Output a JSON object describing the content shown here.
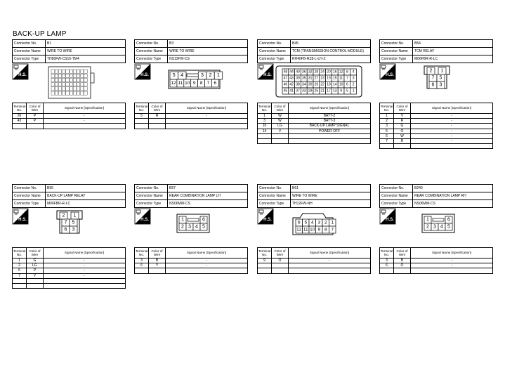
{
  "page_title": "BACK-UP LAMP",
  "labels": {
    "connector_no": "Connector No.",
    "connector_name": "Connector Name",
    "connector_type": "Connector Type",
    "hs": "H.S.",
    "col_terminal": "Terminal No.",
    "col_color": "Color of Wire",
    "col_signal": "Signal Name [Specification]"
  },
  "connectors": [
    {
      "no": "B1",
      "name": "WIRE TO WIRE",
      "type": "TH80FW-CS16-TM4",
      "pins": [],
      "terminals": [
        [
          "26",
          "P",
          "-"
        ],
        [
          "43",
          "P",
          "-"
        ]
      ]
    },
    {
      "no": "B3",
      "name": "WIRE TO WIRE",
      "type": "NS12FW-CS",
      "pins": [
        "5",
        "4",
        "3",
        "2",
        "1",
        "12",
        "11",
        "10",
        "9",
        "8",
        "7",
        "6"
      ],
      "terminals": [
        [
          "5",
          "R",
          "-"
        ]
      ]
    },
    {
      "no": "B45",
      "name": "TCM (TRANSMISSION CONTROL MODULE)",
      "type": "RH40FB-RZ8-L-LH-Z",
      "pins": [
        "48",
        "44",
        "40",
        "36",
        "32",
        "28",
        "24",
        "20",
        "16",
        "12",
        "8",
        "4",
        "47",
        "43",
        "39",
        "35",
        "31",
        "27",
        "23",
        "19",
        "15",
        "11",
        "7",
        "3",
        "46",
        "42",
        "38",
        "34",
        "30",
        "26",
        "22",
        "18",
        "14",
        "10",
        "6",
        "2",
        "45",
        "41",
        "37",
        "33",
        "29",
        "25",
        "21",
        "17",
        "13",
        "9",
        "5",
        "1"
      ],
      "terminals": [
        [
          "1",
          "W",
          "BATT-2"
        ],
        [
          "3",
          "W",
          "BATT-3"
        ],
        [
          "10",
          "LG",
          "BACK-UP LAMP SIGNAL"
        ],
        [
          "14",
          "V",
          "POWER OFF"
        ]
      ]
    },
    {
      "no": "B54",
      "name": "TCM RELAY",
      "type": "M06FBR-R-LC",
      "pins": [
        "2",
        "1",
        "7",
        "5",
        "6",
        "3"
      ],
      "terminals": [
        [
          "1",
          "V",
          "-"
        ],
        [
          "2",
          "R",
          "-"
        ],
        [
          "3",
          "G",
          "-"
        ],
        [
          "5",
          "O",
          "-"
        ],
        [
          "6",
          "W",
          "-"
        ],
        [
          "7",
          "R",
          "-"
        ]
      ]
    },
    {
      "no": "B55",
      "name": "BACK-UP LAMP RELAY",
      "type": "M06FBR-R-LC",
      "pins": [
        "2",
        "1",
        "7",
        "5",
        "6",
        "3"
      ],
      "terminals": [
        [
          "1",
          "G",
          "-"
        ],
        [
          "2",
          "LG",
          "-"
        ],
        [
          "6",
          "P",
          "-"
        ],
        [
          "7",
          "Y",
          "-"
        ]
      ]
    },
    {
      "no": "B57",
      "name": "REAR COMBINATION LAMP LH",
      "type": "NS06MW-CS",
      "pins": [
        "1",
        "6",
        "2",
        "3",
        "4",
        "5"
      ],
      "terminals": [
        [
          "3",
          "B",
          "-"
        ],
        [
          "6",
          "Y",
          "-"
        ]
      ]
    },
    {
      "no": "B61",
      "name": "WIRE TO WIRE",
      "type": "TH12FW-NH",
      "pins": [
        "6",
        "5",
        "4",
        "3",
        "2",
        "1",
        "12",
        "11",
        "10",
        "9",
        "8",
        "7"
      ],
      "terminals": [
        [
          "9",
          "O",
          "-"
        ]
      ]
    },
    {
      "no": "B240",
      "name": "REAR COMBINATION LAMP RH",
      "type": "NS06MW-CS",
      "pins": [
        "1",
        "6",
        "2",
        "3",
        "4",
        "5"
      ],
      "terminals": [
        [
          "3",
          "B",
          "-"
        ],
        [
          "6",
          "O",
          "-"
        ]
      ]
    }
  ]
}
